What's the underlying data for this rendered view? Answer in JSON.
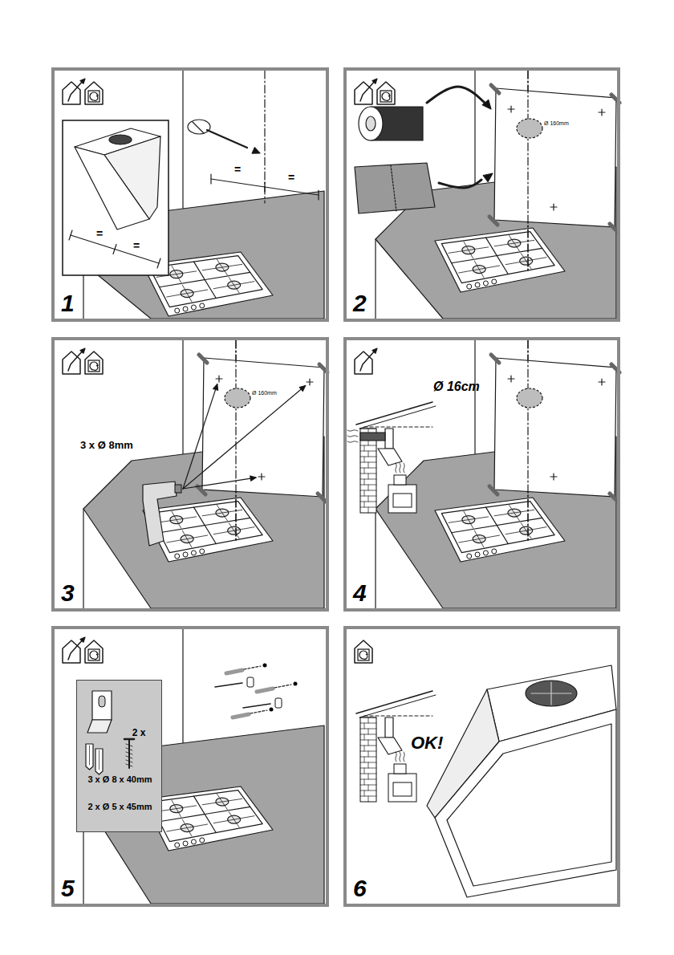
{
  "diagram": {
    "nodes": [
      {
        "text": [
          "1"
        ]
      },
      {
        "text": [
          "2"
        ]
      },
      {
        "text": [
          "3"
        ]
      },
      {
        "text": [
          "4"
        ]
      },
      {
        "text": [
          "5"
        ]
      },
      {
        "text": [
          "2 x",
          "3 x Ø 8 x 40mm",
          "2 x Ø 5 x 45mm"
        ],
        "in": 4
      },
      {
        "text": [
          "6"
        ]
      }
    ],
    "labels": [
      "=",
      "=",
      "=",
      "=",
      "Ø 160mm",
      "Ø 160mm",
      "3 x Ø 8mm",
      "Ø 16cm",
      "OK!"
    ]
  }
}
